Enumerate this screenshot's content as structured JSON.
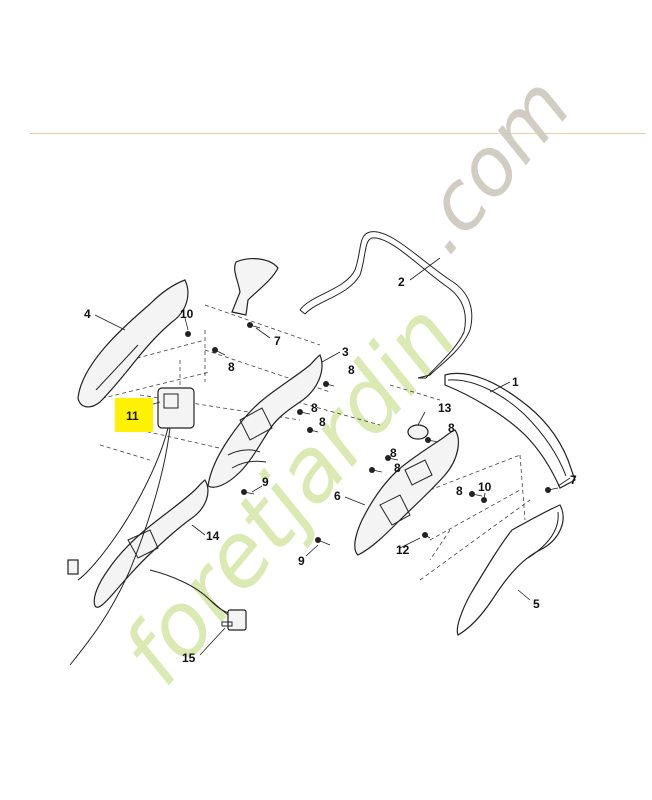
{
  "watermark": {
    "text_main": "foretjardin",
    "text_com": ".com",
    "color_green": "#d5e6a6",
    "color_grey": "#cec8bd"
  },
  "highlight": {
    "label": "11",
    "color": "#fff200"
  },
  "rule_color": "#e9cfa7",
  "callouts": [
    {
      "id": "c1",
      "label": "1"
    },
    {
      "id": "c2",
      "label": "2"
    },
    {
      "id": "c3",
      "label": "3"
    },
    {
      "id": "c4",
      "label": "4"
    },
    {
      "id": "c5",
      "label": "5"
    },
    {
      "id": "c6",
      "label": "6"
    },
    {
      "id": "c7a",
      "label": "7"
    },
    {
      "id": "c7b",
      "label": "7"
    },
    {
      "id": "c8a",
      "label": "8"
    },
    {
      "id": "c8b",
      "label": "8"
    },
    {
      "id": "c8c",
      "label": "8"
    },
    {
      "id": "c8d",
      "label": "8"
    },
    {
      "id": "c8e",
      "label": "8"
    },
    {
      "id": "c8f",
      "label": "8"
    },
    {
      "id": "c8g",
      "label": "8"
    },
    {
      "id": "c8h",
      "label": "8"
    },
    {
      "id": "c9a",
      "label": "9"
    },
    {
      "id": "c9b",
      "label": "9"
    },
    {
      "id": "c10a",
      "label": "10"
    },
    {
      "id": "c10b",
      "label": "10"
    },
    {
      "id": "c12",
      "label": "12"
    },
    {
      "id": "c13",
      "label": "13"
    },
    {
      "id": "c14",
      "label": "14"
    },
    {
      "id": "c15",
      "label": "15"
    }
  ]
}
